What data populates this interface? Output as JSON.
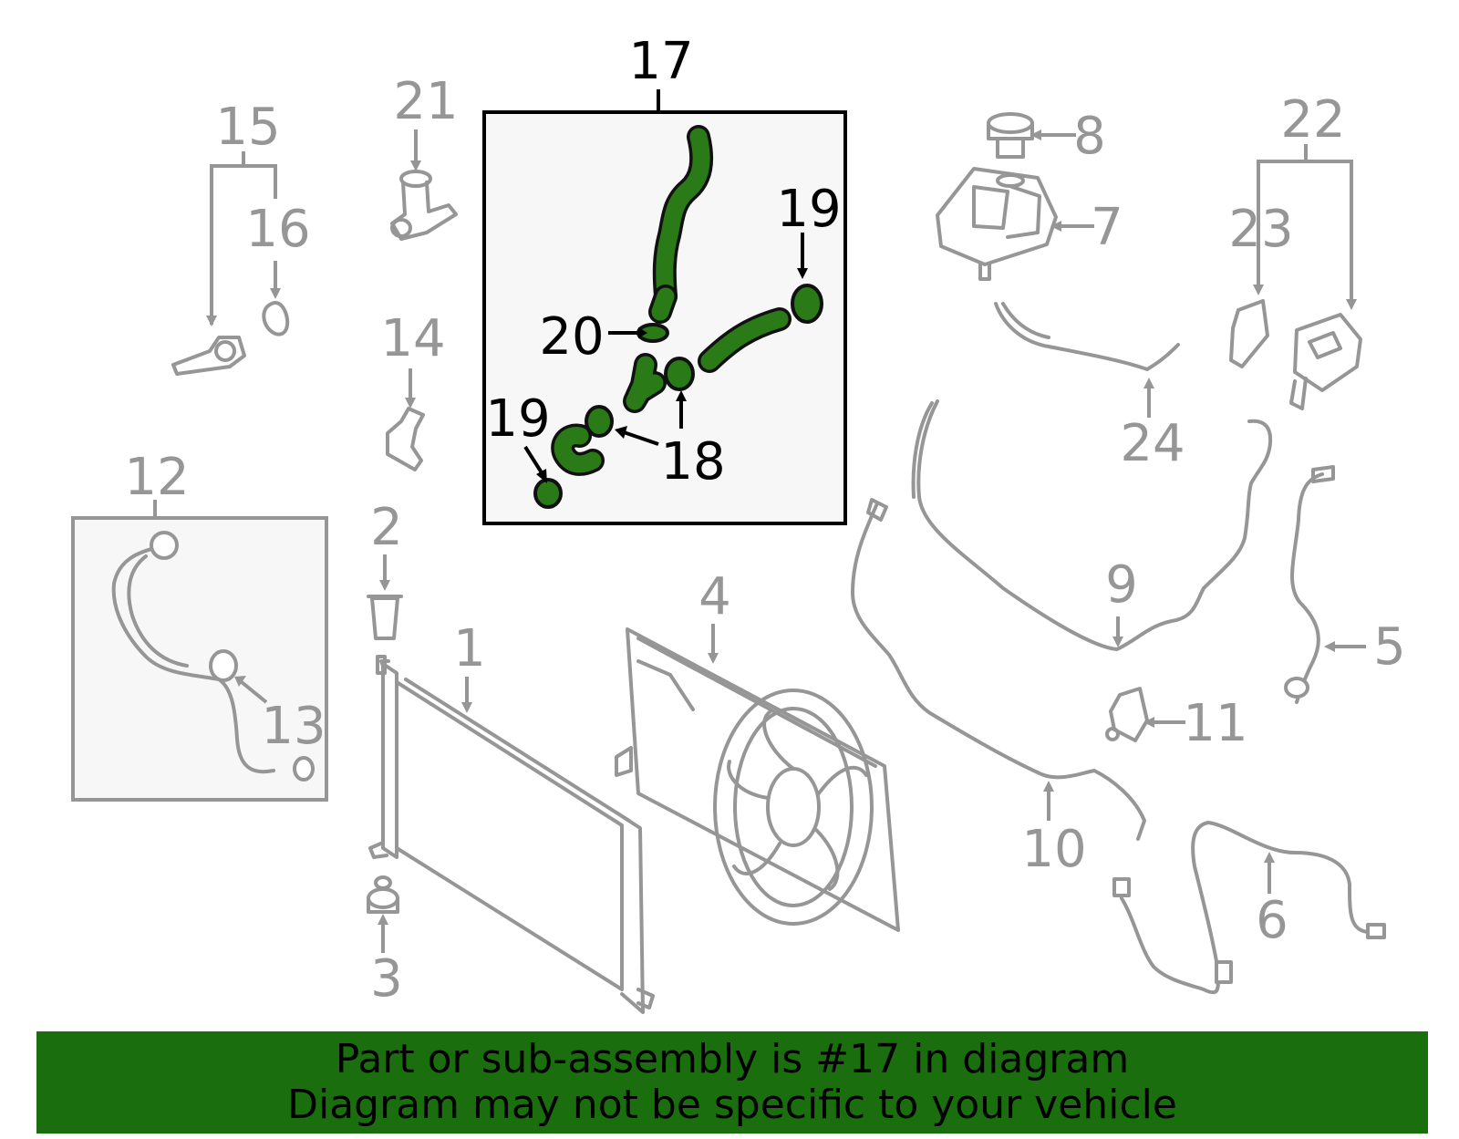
{
  "colors": {
    "part_gray": "#969696",
    "highlight_green": "#2b7a18",
    "banner_green": "#1a6e0e",
    "inset_box_bg": "#f7f7f7"
  },
  "highlighted_part": "17",
  "callouts": {
    "c1": "1",
    "c2": "2",
    "c3": "3",
    "c4": "4",
    "c5": "5",
    "c6": "6",
    "c7": "7",
    "c8": "8",
    "c9": "9",
    "c10": "10",
    "c11": "11",
    "c12": "12",
    "c13": "13",
    "c14": "14",
    "c15": "15",
    "c16": "16",
    "c17": "17",
    "c18": "18",
    "c19a": "19",
    "c19b": "19",
    "c20": "20",
    "c21": "21",
    "c22": "22",
    "c23": "23",
    "c24": "24"
  },
  "banner": {
    "line1": "Part or sub-assembly is #17 in diagram",
    "line2": "Diagram may not be specific to your vehicle"
  }
}
